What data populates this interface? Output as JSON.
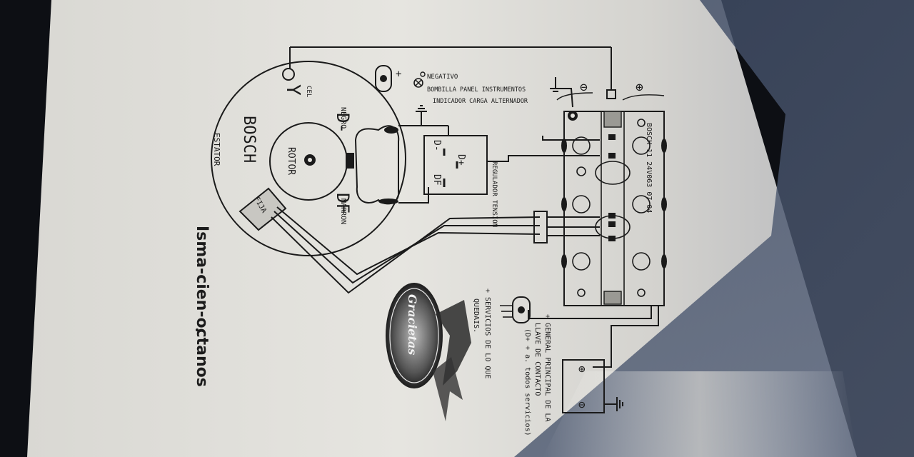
{
  "alternator": {
    "brand": "BOSCH",
    "stator": "ESTATOR",
    "rotor": "ROTOR",
    "warning_lamp": "Y",
    "cel": "CEL",
    "d_minus": "D-",
    "d_minus_color": "NEGRO",
    "df": "DF",
    "df_color": "MARRON",
    "fixing": "FIJA"
  },
  "regulator": {
    "label": "REGULADOR TENSION",
    "d_minus": "D-",
    "d_plus": "D+",
    "df": "DF"
  },
  "lamp_legend": {
    "negative": "NEGATIVO",
    "line1": "BOMBILLA PANEL INSTRUMENTOS",
    "line2": "INDICADOR CARGA ALTERNADOR",
    "plus": "+"
  },
  "fusebox": {
    "label": "BOSCH 11 24V063 07 04",
    "minus": "⊖",
    "plus": "⊕"
  },
  "notes": {
    "general_line1": "+ GENERAL PRINCIPAL DE LA",
    "general_line2": "LLAVE DE CONTACTO",
    "general_line3": "(D+ + a. todos servicios)",
    "services_line1": "+ SERVICIOS DE LO QUE",
    "services_line2": "QUEDAIS."
  },
  "battery": {
    "plus": "⊕",
    "minus": "⊖"
  },
  "logo_text": "Gracietas",
  "signature": "Isma-cien-octanos"
}
